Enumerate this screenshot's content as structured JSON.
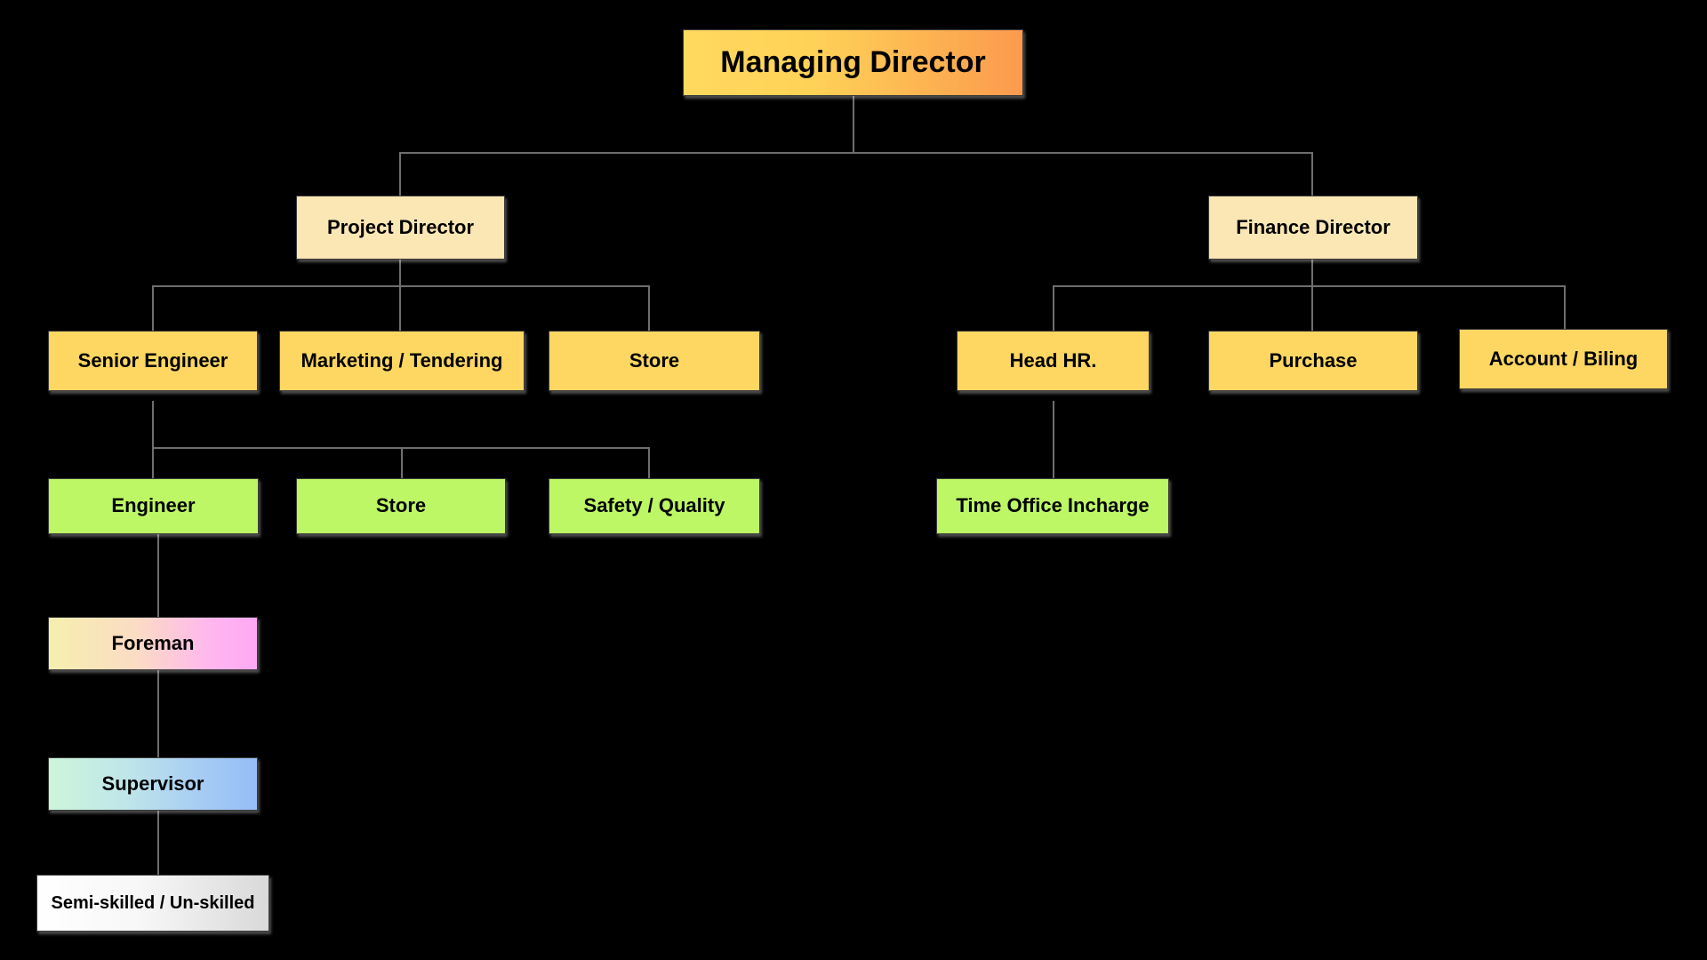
{
  "chart": {
    "type": "diagram",
    "diagram_kind": "organizational-chart",
    "background_color": "#000000",
    "text_color": "#000000",
    "connector_color": "#6e6e6e",
    "levels": [
      {
        "name": "managing-director",
        "color": "#ffd95e-#fb9a4e",
        "label": "Managing Director"
      },
      {
        "name": "directors",
        "color": "#fbe7b4"
      },
      {
        "name": "departments",
        "color": "#fdd761"
      },
      {
        "name": "staff",
        "color": "#bdf765"
      },
      {
        "name": "foreman",
        "color": "#f6efae-#ffa8f5"
      },
      {
        "name": "supervisor",
        "color": "#cdf6da-#96bdf7"
      },
      {
        "name": "workers",
        "color": "#ffffff-#d9d9d9"
      }
    ]
  },
  "nodes": {
    "managing_director": {
      "label": "Managing Director"
    },
    "project_director": {
      "label": "Project Director"
    },
    "finance_director": {
      "label": "Finance Director"
    },
    "senior_engineer": {
      "label": "Senior Engineer"
    },
    "marketing_tendering": {
      "label": "Marketing / Tendering"
    },
    "store_dept": {
      "label": "Store"
    },
    "head_hr": {
      "label": "Head HR."
    },
    "purchase": {
      "label": "Purchase"
    },
    "account_biling": {
      "label": "Account / Biling"
    },
    "engineer": {
      "label": "Engineer"
    },
    "store_staff": {
      "label": "Store"
    },
    "safety_quality": {
      "label": "Safety / Quality"
    },
    "time_office_incharge": {
      "label": "Time Office Incharge"
    },
    "foreman": {
      "label": "Foreman"
    },
    "supervisor": {
      "label": "Supervisor"
    },
    "semi_unskilled": {
      "label": "Semi-skilled / Un-skilled"
    }
  },
  "hierarchy": {
    "Managing Director": [
      "Project Director",
      "Finance Director"
    ],
    "Project Director": [
      "Senior Engineer",
      "Marketing / Tendering",
      "Store"
    ],
    "Finance Director": [
      "Head HR.",
      "Purchase",
      "Account / Biling"
    ],
    "Senior Engineer": [
      "Engineer",
      "Store",
      "Safety / Quality"
    ],
    "Head HR.": [
      "Time Office Incharge"
    ],
    "Engineer": [
      "Foreman"
    ],
    "Foreman": [
      "Supervisor"
    ],
    "Supervisor": [
      "Semi-skilled / Un-skilled"
    ]
  }
}
